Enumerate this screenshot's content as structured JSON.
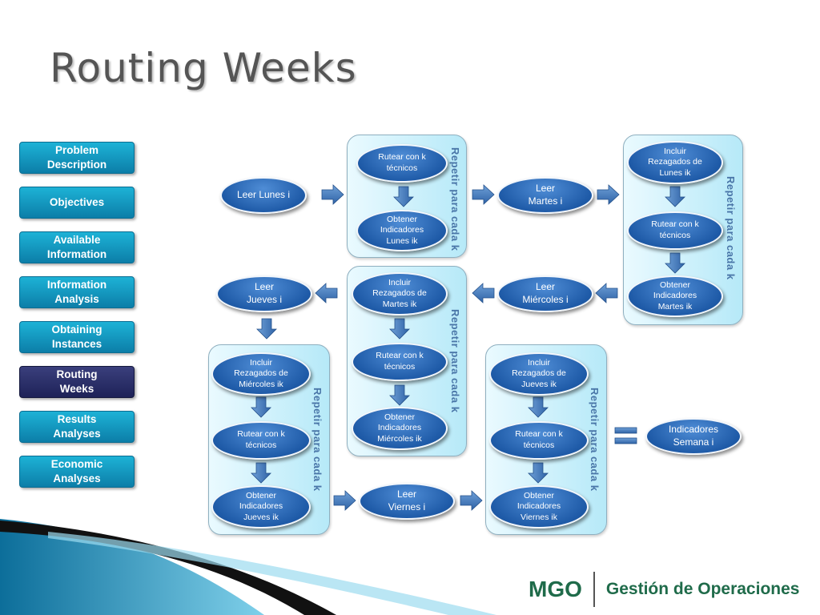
{
  "title": "Routing Weeks",
  "nav": [
    {
      "label": "Problem\nDescription",
      "active": false
    },
    {
      "label": "Objectives",
      "active": false
    },
    {
      "label": "Available\nInformation",
      "active": false
    },
    {
      "label": "Information\nAnalysis",
      "active": false
    },
    {
      "label": "Obtaining\nInstances",
      "active": false
    },
    {
      "label": "Routing\nWeeks",
      "active": true
    },
    {
      "label": "Results\nAnalyses",
      "active": false
    },
    {
      "label": "Economic\nAnalyses",
      "active": false
    }
  ],
  "diagram": {
    "repeat_label": "Repetir para cada k",
    "nodes": {
      "leer_lunes": "Leer  Lunes i",
      "rutear_1": "Rutear con k\ntécnicos",
      "obtener_lunes": "Obtener\nIndicadores\nLunes ik",
      "leer_martes": "Leer\nMartes i",
      "incluir_lunes": "Incluir\nRezagados de\nLunes ik",
      "rutear_2": "Rutear con k\ntécnicos",
      "obtener_martes": "Obtener\nIndicadores\nMartes ik",
      "leer_miercoles": "Leer\nMiércoles i",
      "incluir_martes": "Incluir\nRezagados de\nMartes ik",
      "rutear_3": "Rutear con k\ntécnicos",
      "obtener_miercoles": "Obtener\nIndicadores\nMiércoles ik",
      "leer_jueves": "Leer\nJueves i",
      "incluir_miercoles": "Incluir\nRezagados de\nMiércoles ik",
      "rutear_4": "Rutear con k\ntécnicos",
      "obtener_jueves": "Obtener\nIndicadores\nJueves ik",
      "leer_viernes": "Leer\nViernes i",
      "incluir_jueves": "Incluir\nRezagados de\nJueves ik",
      "rutear_5": "Rutear con k\ntécnicos",
      "obtener_viernes": "Obtener\nIndicadores\nViernes ik",
      "indicadores_semana": "Indicadores\nSemana i"
    }
  },
  "footer": {
    "brand": "MGO",
    "name": "Gestión de Operaciones"
  }
}
